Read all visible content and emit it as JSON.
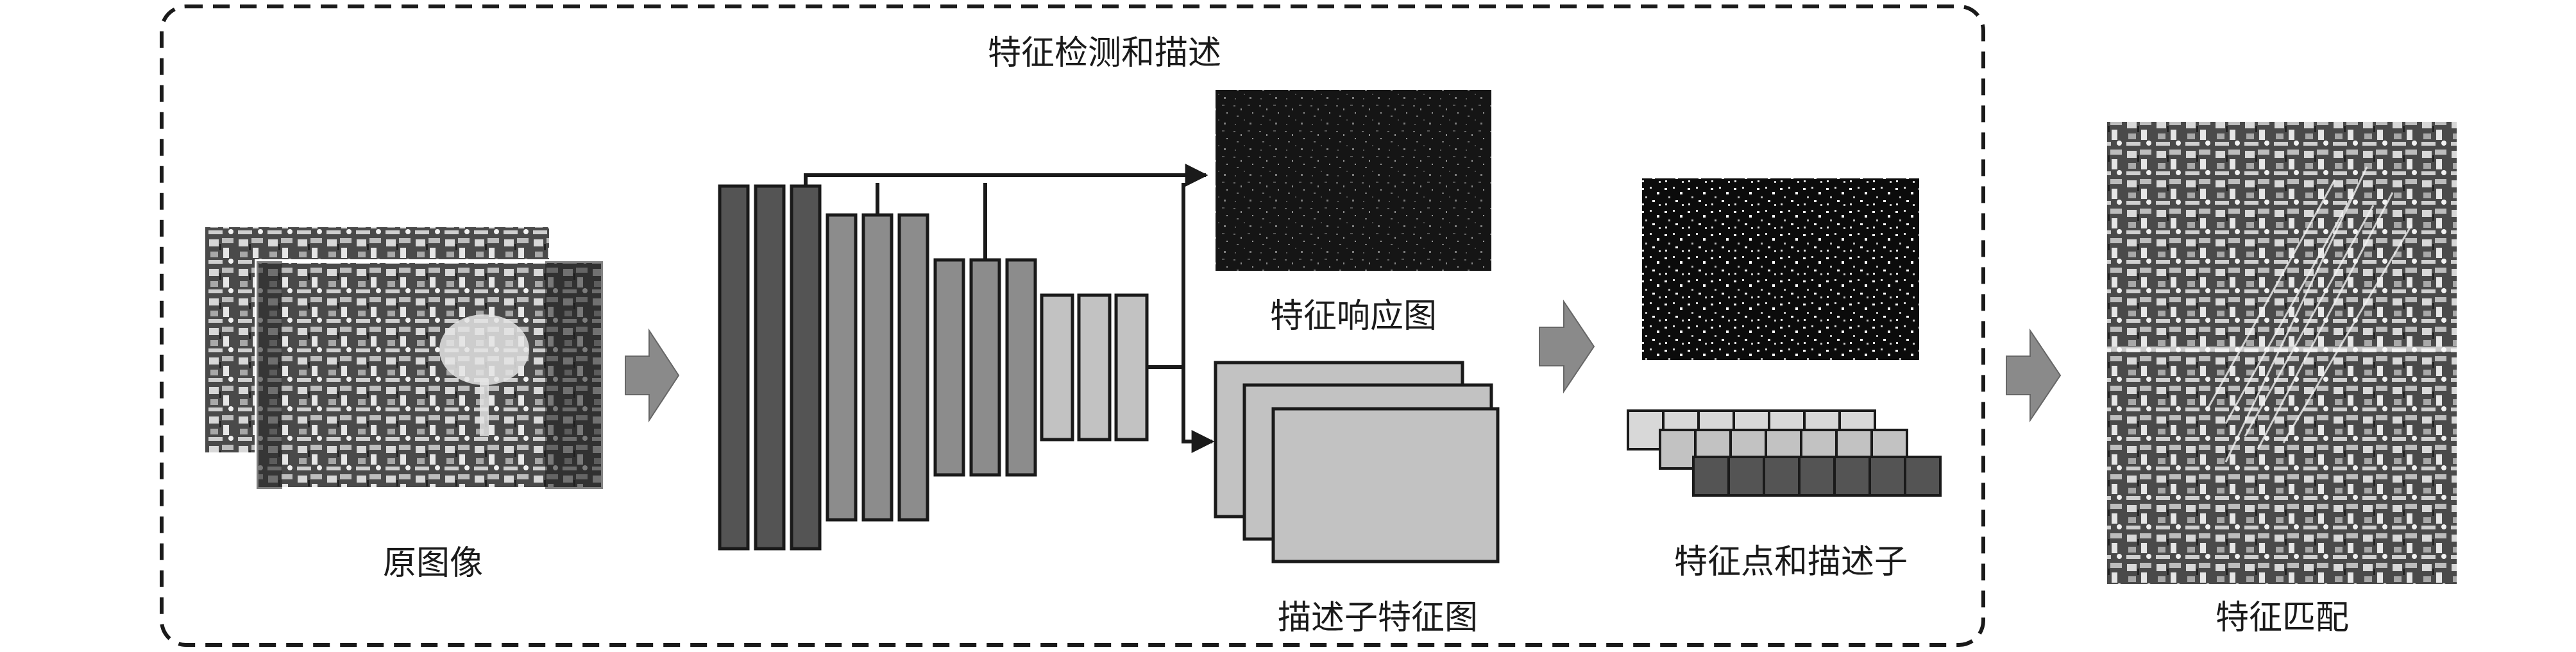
{
  "labels": {
    "section_title": "特征检测和描述",
    "original_image": "原图像",
    "response_map": "特征响应图",
    "descriptor_map": "描述子特征图",
    "keypoints_descriptors": "特征点和描述子",
    "feature_matching": "特征匹配"
  },
  "colors": {
    "dark_layer": "#545454",
    "mid_layer": "#8c8c8c",
    "light_layer": "#c2c2c2",
    "arrow": "#8a8a8a",
    "outline": "#1a1a1a"
  }
}
